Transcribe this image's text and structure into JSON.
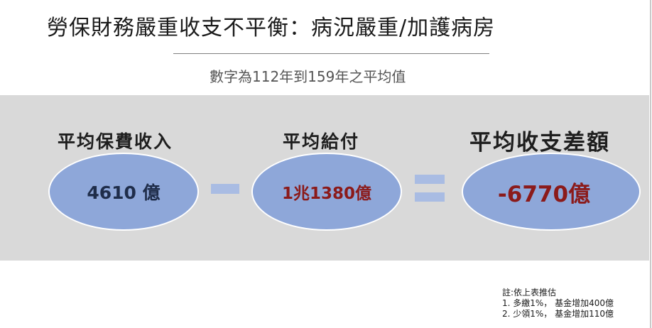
{
  "header": {
    "title": "勞保財務嚴重收支不平衡：病況嚴重/加護病房",
    "subtitle": "數字為112年到159年之平均值"
  },
  "equation": {
    "income": {
      "label": "平均保費收入",
      "value": "4610 億"
    },
    "payout": {
      "label": "平均給付",
      "value": "1兆1380億"
    },
    "difference": {
      "label": "平均收支差額",
      "value": "-6770億"
    },
    "operator_minus": "minus-icon",
    "operator_equals": "equals-icon"
  },
  "colors": {
    "band": "#d9d9d9",
    "ellipse_fill": "#8ea7d9",
    "operator_fill": "#a9bce3",
    "negative_value": "#8b1a1a",
    "positive_value": "#1f2d4a"
  },
  "notes": {
    "heading": "註:依上表推估",
    "items": [
      "1. 多繳1%， 基金增加400億",
      "2. 少領1%， 基金增加110億"
    ]
  }
}
